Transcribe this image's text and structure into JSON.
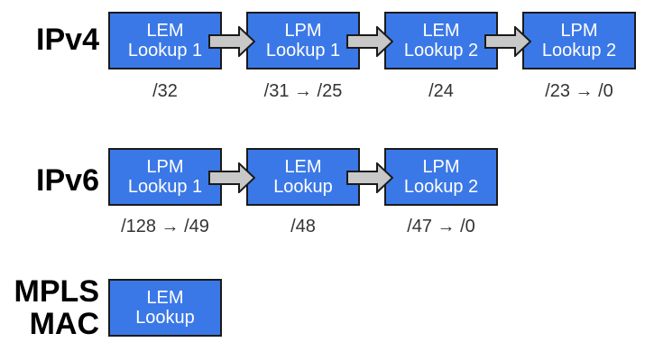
{
  "rows": [
    {
      "label_lines": [
        "IPv4"
      ],
      "boxes": [
        {
          "line1": "LEM",
          "line2": "Lookup 1",
          "range": "/32"
        },
        {
          "line1": "LPM",
          "line2": "Lookup 1",
          "range": "/31 → /25"
        },
        {
          "line1": "LEM",
          "line2": "Lookup 2",
          "range": "/24"
        },
        {
          "line1": "LPM",
          "line2": "Lookup 2",
          "range": "/23 → /0"
        }
      ]
    },
    {
      "label_lines": [
        "IPv6"
      ],
      "boxes": [
        {
          "line1": "LPM",
          "line2": "Lookup 1",
          "range": "/128 → /49"
        },
        {
          "line1": "LEM",
          "line2": "Lookup",
          "range": "/48"
        },
        {
          "line1": "LPM",
          "line2": "Lookup 2",
          "range": "/47 → /0"
        }
      ]
    },
    {
      "label_lines": [
        "MPLS",
        "MAC"
      ],
      "boxes": [
        {
          "line1": "LEM",
          "line2": "Lookup",
          "range": ""
        }
      ]
    }
  ],
  "colors": {
    "box_fill": "#3b78e7",
    "box_border": "#1a1a1a",
    "arrow_fill": "#c8c8c8",
    "arrow_stroke": "#1a1a1a"
  }
}
